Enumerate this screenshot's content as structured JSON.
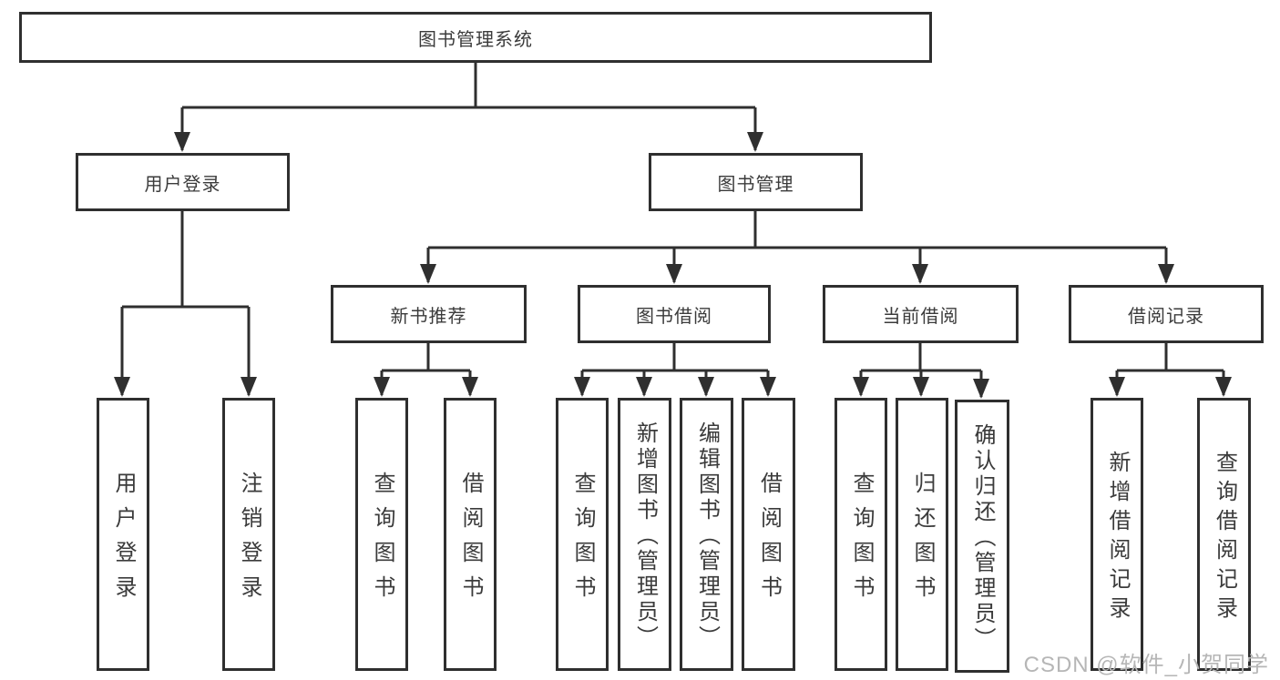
{
  "colors": {
    "line": "#2f2f2f",
    "text": "#3b3b3b",
    "background": "#ffffff",
    "watermark_text": "#b6b6b6"
  },
  "watermark": "CSDN @软件_小贺同学",
  "tree": {
    "label": "图书管理系统",
    "children": [
      {
        "label": "用户登录",
        "children": [
          {
            "label": "用户登录"
          },
          {
            "label": "注销登录"
          }
        ]
      },
      {
        "label": "图书管理",
        "children": [
          {
            "label": "新书推荐",
            "children": [
              {
                "label": "查询图书"
              },
              {
                "label": "借阅图书"
              }
            ]
          },
          {
            "label": "图书借阅",
            "children": [
              {
                "label": "查询图书"
              },
              {
                "label": "新增图书（管理员）"
              },
              {
                "label": "编辑图书（管理员）"
              },
              {
                "label": "借阅图书"
              }
            ]
          },
          {
            "label": "当前借阅",
            "children": [
              {
                "label": "查询图书"
              },
              {
                "label": "归还图书"
              },
              {
                "label": "确认归还（管理员）"
              }
            ]
          },
          {
            "label": "借阅记录",
            "children": [
              {
                "label": "新增借阅记录"
              },
              {
                "label": "查询借阅记录"
              }
            ]
          }
        ]
      }
    ]
  }
}
